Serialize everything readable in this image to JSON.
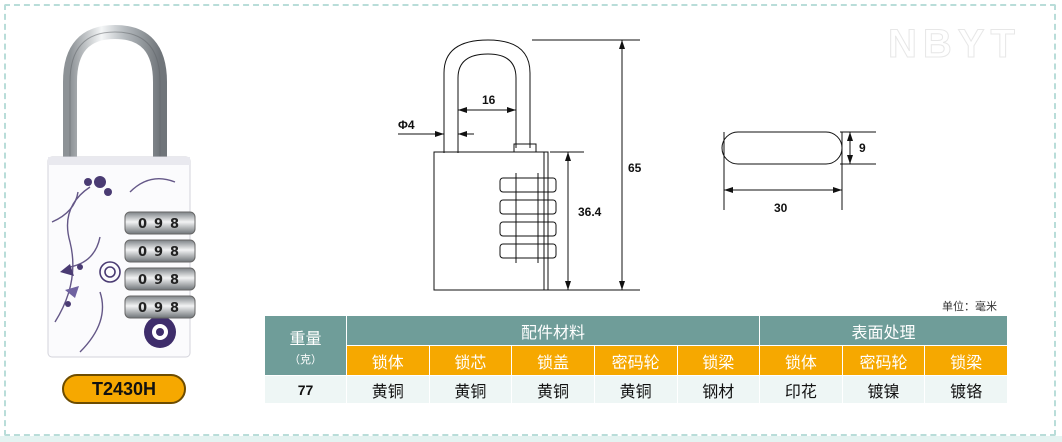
{
  "model": "T2430H",
  "watermark": "NBYT",
  "unit_note": "单位：毫米",
  "dimensions": {
    "shackle_diameter": "Φ4",
    "shackle_inner_width": "16",
    "total_height": "65",
    "body_height": "36.4",
    "section_height": "9",
    "section_width": "30"
  },
  "dial_digits": [
    "0",
    "9",
    "8"
  ],
  "table": {
    "weight_header": "重量",
    "weight_unit": "（克）",
    "group_parts": "配件材料",
    "group_surface": "表面处理",
    "part_headers": [
      "锁体",
      "锁芯",
      "锁盖",
      "密码轮",
      "锁梁"
    ],
    "surface_headers": [
      "锁体",
      "密码轮",
      "锁梁"
    ],
    "weight_value": "77",
    "part_values": [
      "黄铜",
      "黄铜",
      "黄铜",
      "黄铜",
      "钢材"
    ],
    "surface_values": [
      "印花",
      "镀镍",
      "镀铬"
    ]
  },
  "colors": {
    "header_teal": "#6f9d99",
    "header_orange": "#f6a800",
    "frame_dash": "#b9ddd9"
  }
}
